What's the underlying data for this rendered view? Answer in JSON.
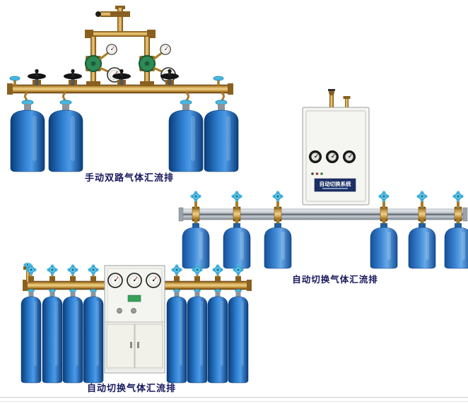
{
  "page": {
    "background_color": "#ffffff",
    "footer_line_color": "#cfcfcf"
  },
  "products": [
    {
      "id": "manual-dual-gas-manifold",
      "caption": "手动双路气体汇流排",
      "cylinder_count": 4,
      "gauge_count": 4,
      "handwheel_count": 4
    },
    {
      "id": "auto-switch-gas-manifold-wall-unit",
      "caption": "自动切换气体汇流排",
      "cylinder_count": 6,
      "cabinet_label": "自动切换系统",
      "gauge_count": 3
    },
    {
      "id": "auto-switch-gas-manifold-floor-cabinet",
      "caption": "自动切换气体汇流排",
      "cylinder_count": 8,
      "gauge_count": 3
    }
  ],
  "colors": {
    "caption_text": "#16165e",
    "cylinder_blue": "#2e7fd0",
    "bottle_blue": "#3d86d4",
    "brass": "#c89b45",
    "aluminum_rail": "#c2c9d0",
    "cabinet_body": "#f4f4f1",
    "valve_handle_blue": "#45b8e2",
    "regulator_green": "#2e8b57"
  }
}
